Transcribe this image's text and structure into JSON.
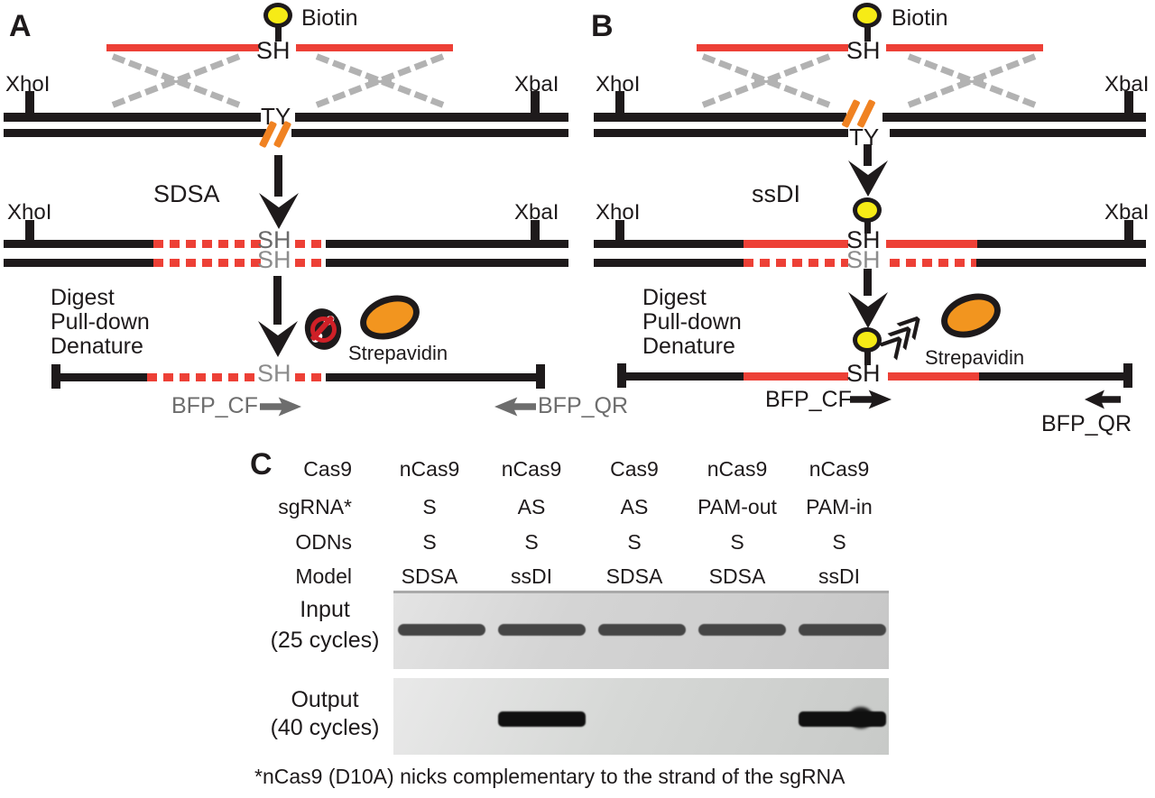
{
  "colors": {
    "black": "#1e1a1b",
    "red_odn": "#ed4036",
    "orange_break": "#f08222",
    "orange_streptavidin": "#f2951f",
    "yellow_biotin": "#f6eb16",
    "gray_crossover": "#b2b2b2",
    "gray_primer_text": "#6d6d6d"
  },
  "panelA": {
    "label": "A",
    "pathway": "SDSA",
    "biotin": "Biotin",
    "tag": "SH",
    "ty": "TY",
    "enzyme_left": "XhoI",
    "enzyme_right": "XbaI",
    "steps": [
      "Digest",
      "Pull-down",
      "Denature"
    ],
    "streptavidin": "Strepavidin",
    "primer_forward": "BFP_CF",
    "primer_reverse": "BFP_QR"
  },
  "panelB": {
    "label": "B",
    "pathway": "ssDI",
    "biotin": "Biotin",
    "tag": "SH",
    "ty": "TY",
    "enzyme_left": "XhoI",
    "enzyme_right": "XbaI",
    "steps": [
      "Digest",
      "Pull-down",
      "Denature"
    ],
    "streptavidin": "Strepavidin",
    "primer_forward": "BFP_CF",
    "primer_reverse": "BFP_QR"
  },
  "panelC": {
    "label": "C",
    "table": {
      "rows": [
        {
          "label": "Cas9",
          "values": [
            "nCas9",
            "nCas9",
            "Cas9",
            "nCas9",
            "nCas9"
          ]
        },
        {
          "label": "sgRNA*",
          "values": [
            "S",
            "AS",
            "AS",
            "PAM-out",
            "PAM-in"
          ]
        },
        {
          "label": "ODNs",
          "values": [
            "S",
            "S",
            "S",
            "S",
            "S"
          ]
        },
        {
          "label": "Model",
          "values": [
            "SDSA",
            "ssDI",
            "SDSA",
            "SDSA",
            "ssDI"
          ]
        }
      ]
    },
    "gels": [
      {
        "name": "Input",
        "cycles": "(25 cycles)",
        "lanes": [
          1,
          1,
          1,
          1,
          1
        ]
      },
      {
        "name": "Output",
        "cycles": "(40 cycles)",
        "lanes": [
          0,
          1,
          0,
          0,
          1
        ]
      }
    ],
    "footnote": "*nCas9 (D10A) nicks complementary to the strand of the sgRNA"
  }
}
